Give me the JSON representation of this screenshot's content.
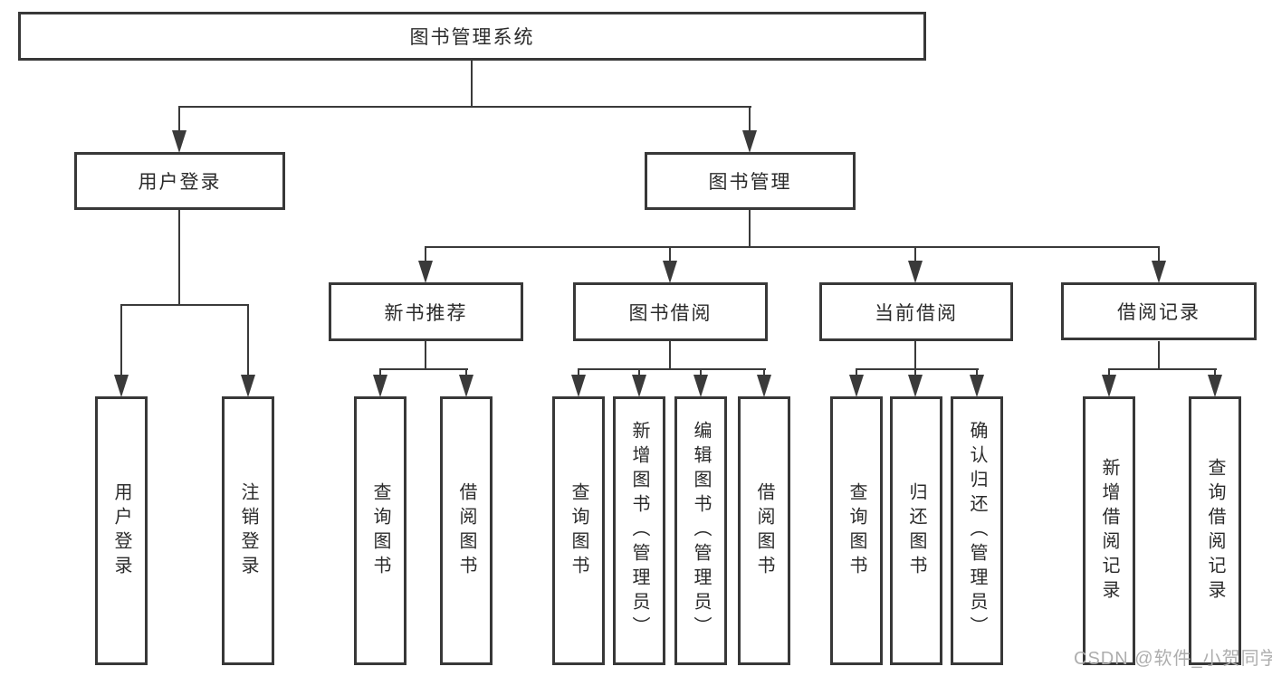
{
  "colors": {
    "line": "#3a3a3a",
    "border": "#383838",
    "text": "#2b2b2b",
    "watermark": "#aeaeae",
    "background": "#ffffff"
  },
  "tree": {
    "root": {
      "label": "图书管理系统"
    },
    "user_login": {
      "label": "用户登录",
      "children": [
        "用户登录",
        "注销登录"
      ]
    },
    "book_mgmt": {
      "label": "图书管理"
    },
    "new_book_rec": {
      "label": "新书推荐",
      "children": [
        "查询图书",
        "借阅图书"
      ]
    },
    "book_borrow": {
      "label": "图书借阅",
      "children": [
        "查询图书",
        "新增图书（管理员）",
        "编辑图书（管理员）",
        "借阅图书"
      ]
    },
    "current_borrow": {
      "label": "当前借阅",
      "children": [
        "查询图书",
        "归还图书",
        "确认归还（管理员）"
      ]
    },
    "borrow_record": {
      "label": "借阅记录",
      "children": [
        "新增借阅记录",
        "查询借阅记录"
      ]
    }
  },
  "watermark": "CSDN @软件_小贺同学"
}
